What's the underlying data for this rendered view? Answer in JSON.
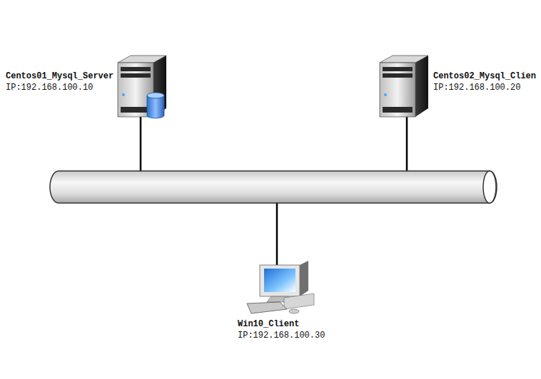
{
  "diagram": {
    "nodes": [
      {
        "text": [
          "Centos01_Mysql_Server",
          "IP:192.168.100.10"
        ]
      },
      {
        "text": [
          "Centos02_Mysql_Clien",
          "IP:192.168.100.20"
        ]
      },
      {
        "text": [
          "Win10_Client",
          "IP:192.168.100.30"
        ]
      }
    ]
  }
}
